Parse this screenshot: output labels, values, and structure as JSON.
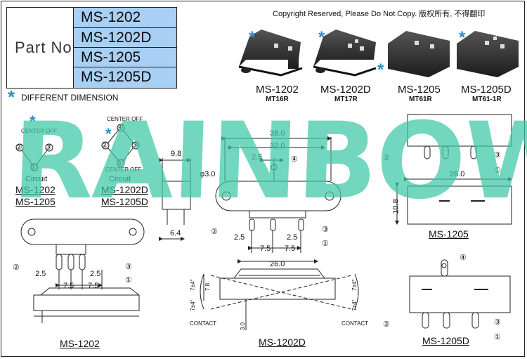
{
  "part_table": {
    "label": "Part No.",
    "numbers": [
      "MS-1202",
      "MS-1202D",
      "MS-1205",
      "MS-1205D"
    ]
  },
  "copyright": "Copyright Reserved, Please Do Not Copy. 版权所有, 不得翻印",
  "different_dimension": "DIFFERENT DIMENSION",
  "star": "*",
  "products": [
    {
      "model": "MS-1202",
      "code": "MT16R"
    },
    {
      "model": "MS-1202D",
      "code": "MT17R"
    },
    {
      "model": "MS-1205",
      "code": "MT61R"
    },
    {
      "model": "MS-1205D",
      "code": "MT61-1R"
    }
  ],
  "circuit": {
    "center_off": "CENTER OFF",
    "label": "Circuit",
    "models_a": [
      "MS-1202",
      "MS-1205"
    ],
    "models_b": [
      "MS-1202D",
      "MS-1205D"
    ]
  },
  "pins": [
    "①",
    "②",
    "③",
    "④"
  ],
  "dims": {
    "d38": "38.0",
    "d32": "32.0",
    "d25": "2.5",
    "d98": "9.8",
    "d64": "6.4",
    "hole": "φ3.0",
    "d75": "7.5",
    "d26": "26.0",
    "d108": "10.8",
    "d78": "7.8",
    "d30": "3.0",
    "ang": "7±4°"
  },
  "contact": "CONTACT",
  "drawings": {
    "ms1202": "MS-1202",
    "ms1202d": "MS-1202D",
    "ms1205": "MS-1205",
    "ms1205d": "MS-1205D"
  },
  "watermark": "RAINBOW",
  "colors": {
    "accent_blue": "#a8d0f4",
    "star_blue": "#2a8fc7",
    "watermark": "#3cc8a5"
  }
}
